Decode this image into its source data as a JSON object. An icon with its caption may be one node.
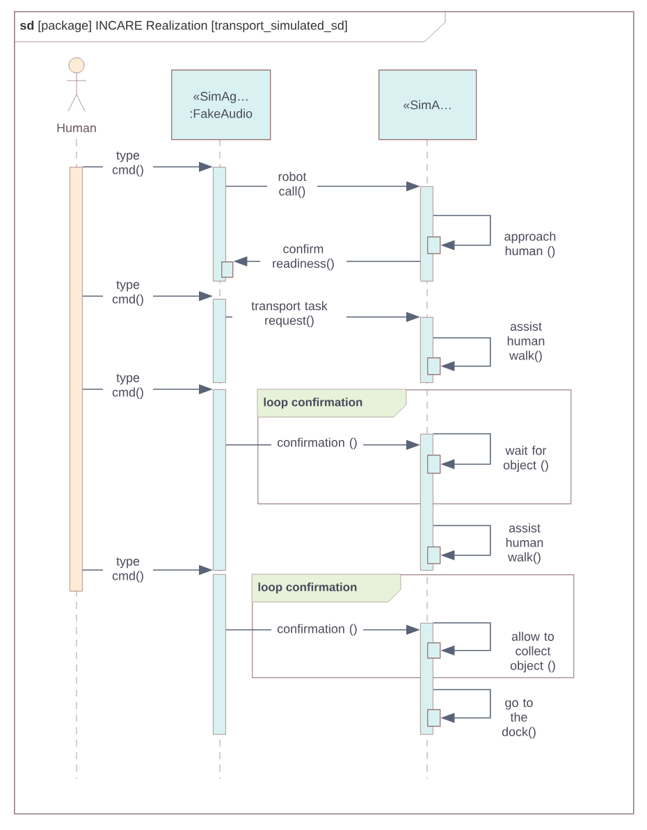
{
  "diagram": {
    "nodes": [
      {
        "text": [
          "**sd** [package] INCARE Realization [transport_simulated_sd]"
        ]
      },
      {
        "text": [
          "Human"
        ],
        "in": 0
      },
      {
        "text": [
          "«SimAg…",
          ":FakeAudio"
        ],
        "in": 0
      },
      {
        "text": [
          "«SimA…"
        ],
        "in": 0
      },
      {
        "text": [],
        "shape": "bar",
        "in": 0
      },
      {
        "text": [],
        "shape": "bar",
        "in": 0
      },
      {
        "text": [],
        "shape": "bar",
        "in": 0
      },
      {
        "text": [],
        "shape": "box",
        "in": 0
      },
      {
        "text": [],
        "shape": "box",
        "in": 0
      },
      {
        "text": [],
        "shape": "bar",
        "in": 0
      },
      {
        "text": [],
        "shape": "bar",
        "in": 0
      },
      {
        "text": [],
        "shape": "box",
        "in": 0
      },
      {
        "text": [
          "loop confirmation"
        ],
        "in": 0
      },
      {
        "text": [],
        "shape": "bar",
        "in": 0
      },
      {
        "text": [],
        "shape": "bar",
        "in": 0
      },
      {
        "text": [],
        "shape": "box",
        "in": 12
      },
      {
        "text": [],
        "shape": "box",
        "in": 0
      },
      {
        "text": [],
        "shape": "bar",
        "in": 0
      },
      {
        "text": [
          "loop confirmation"
        ],
        "in": 0
      },
      {
        "text": [],
        "shape": "bar",
        "in": 0
      },
      {
        "text": [],
        "shape": "box",
        "in": 18
      },
      {
        "text": [],
        "shape": "box",
        "in": 0
      }
    ],
    "edges": [
      {
        "from": 4,
        "to": 5,
        "arrow": "to",
        "label": "type cmd()"
      },
      {
        "from": 5,
        "to": 6,
        "arrow": "to",
        "label": "robot call()"
      },
      {
        "from": 6,
        "to": 7,
        "arrow": "to",
        "label": "approach human ()"
      },
      {
        "from": 6,
        "to": 8,
        "arrow": "to",
        "label": "confirm readiness()"
      },
      {
        "from": 4,
        "to": 9,
        "arrow": "to",
        "label": "type cmd()"
      },
      {
        "from": 9,
        "to": 10,
        "arrow": "to",
        "label": "transport task request()"
      },
      {
        "from": 10,
        "to": 11,
        "arrow": "to",
        "label": "assist human walk()"
      },
      {
        "from": 4,
        "to": 13,
        "arrow": "to",
        "label": "type cmd()"
      },
      {
        "from": 13,
        "to": 14,
        "arrow": "to",
        "label": "confirmation ()"
      },
      {
        "from": 14,
        "to": 15,
        "arrow": "to",
        "label": "wait for object ()"
      },
      {
        "from": 14,
        "to": 16,
        "arrow": "to",
        "label": "assist human walk()"
      },
      {
        "from": 4,
        "to": 17,
        "arrow": "to",
        "label": "type cmd()"
      },
      {
        "from": 17,
        "to": 19,
        "arrow": "to",
        "label": "confirmation ()"
      },
      {
        "from": 19,
        "to": 20,
        "arrow": "to",
        "label": "allow to collect object ()"
      },
      {
        "from": 19,
        "to": 21,
        "arrow": "to",
        "label": "go to the dock()"
      }
    ]
  }
}
